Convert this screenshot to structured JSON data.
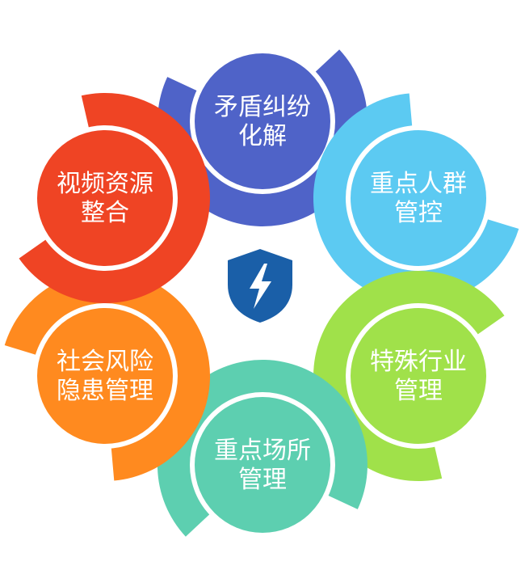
{
  "center": {
    "icon": "shield-lightning-icon",
    "shield_color": "#1a5fa8",
    "bolt_color": "#ffffff"
  },
  "petals": [
    {
      "id": "conflict-resolution",
      "lines": [
        "矛盾纠纷",
        "化解"
      ],
      "color": "#4f63c8"
    },
    {
      "id": "key-groups-control",
      "lines": [
        "重点人群",
        "管控"
      ],
      "color": "#5ccaf2"
    },
    {
      "id": "special-industry-management",
      "lines": [
        "特殊行业",
        "管理"
      ],
      "color": "#a0e14a"
    },
    {
      "id": "key-places-management",
      "lines": [
        "重点场所",
        "管理"
      ],
      "color": "#5dcfb0"
    },
    {
      "id": "social-risk-management",
      "lines": [
        "社会风险",
        "隐患管理"
      ],
      "color": "#ff8a1f"
    },
    {
      "id": "video-resource-integration",
      "lines": [
        "视频资源",
        "整合"
      ],
      "color": "#ef4424"
    }
  ]
}
